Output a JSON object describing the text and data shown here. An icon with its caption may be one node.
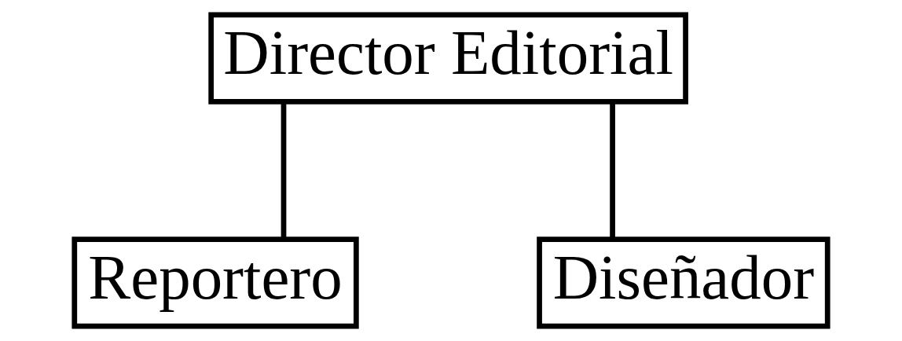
{
  "diagram": {
    "nodes": [
      {
        "text": [
          "Director Editorial"
        ]
      },
      {
        "text": [
          "Reportero"
        ]
      },
      {
        "text": [
          "Diseñador"
        ]
      }
    ],
    "edges": [
      {
        "from": 0,
        "to": 1,
        "arrow": "none"
      },
      {
        "from": 0,
        "to": 2,
        "arrow": "none"
      }
    ]
  }
}
